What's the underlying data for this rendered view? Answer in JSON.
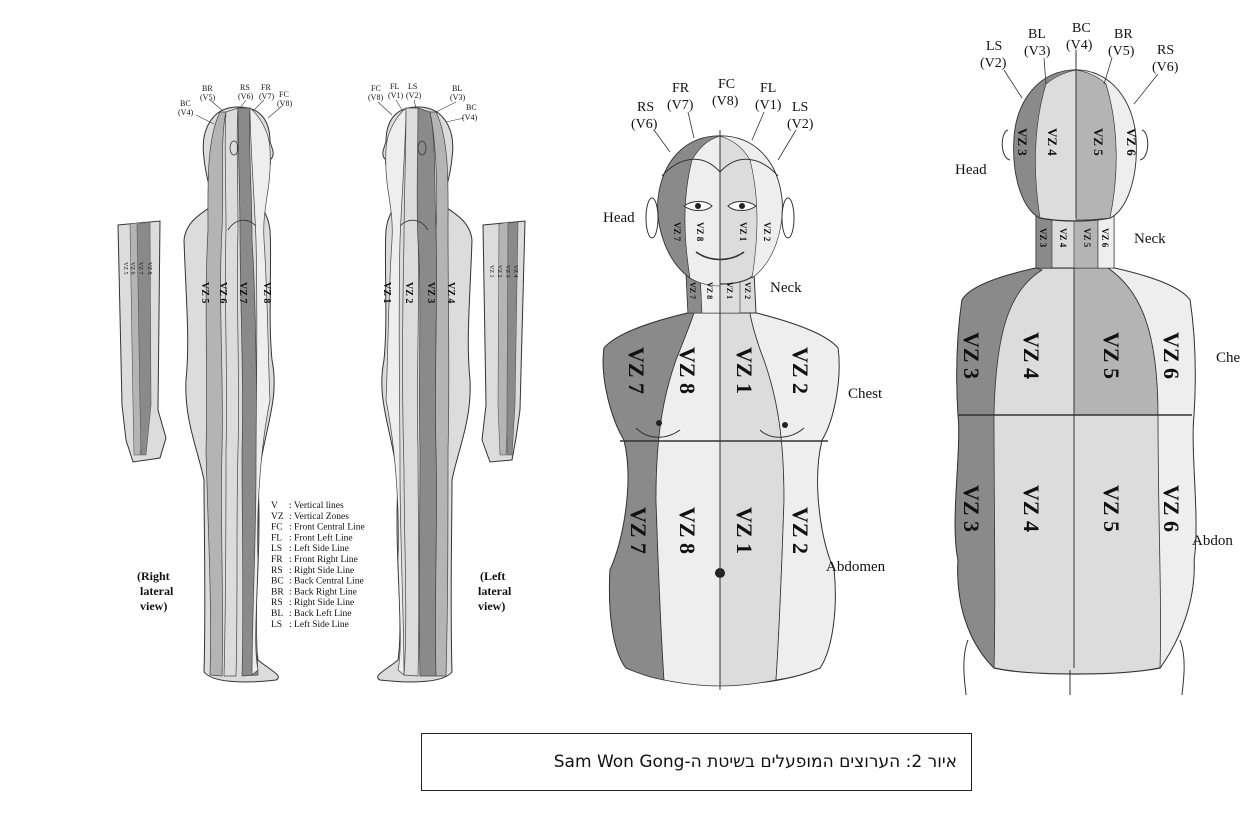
{
  "caption": {
    "text": "איור 2: הערוצים המופעלים  בשיטת ה-Sam Won Gong"
  },
  "colors": {
    "outline": "#333333",
    "dark": "#8a8a8a",
    "mid": "#b4b4b4",
    "light": "#dcdcdc",
    "lighter": "#eeeeee"
  },
  "right_lateral": {
    "lines": [
      {
        "name": "BC",
        "code": "(V4)"
      },
      {
        "name": "BR",
        "code": "(V5)"
      },
      {
        "name": "RS",
        "code": "(V6)"
      },
      {
        "name": "FR",
        "code": "(V7)"
      },
      {
        "name": "FC",
        "code": "(V8)"
      }
    ],
    "zones": [
      "VZ 5",
      "VZ 6",
      "VZ 7",
      "VZ 8"
    ],
    "arm_zones": [
      "VZ 5",
      "VZ 6",
      "VZ 7",
      "VZ 8"
    ],
    "view_label": [
      "(Right",
      "lateral",
      "view)"
    ]
  },
  "left_lateral": {
    "lines": [
      {
        "name": "FC",
        "code": "(V8)"
      },
      {
        "name": "FL",
        "code": "(V1)"
      },
      {
        "name": "LS",
        "code": "(V2)"
      },
      {
        "name": "BL",
        "code": "(V3)"
      },
      {
        "name": "BC",
        "code": "(V4)"
      }
    ],
    "zones": [
      "VZ 1",
      "VZ 2",
      "VZ 3",
      "VZ 4"
    ],
    "arm_zones": [
      "VZ 1",
      "VZ 2",
      "VZ 3",
      "VZ 4"
    ],
    "view_label": [
      "(Left",
      "lateral",
      "view)"
    ]
  },
  "legend": [
    {
      "abbr": "V",
      "desc": ": Vertical lines"
    },
    {
      "abbr": "VZ",
      "desc": ": Vertical Zones"
    },
    {
      "abbr": "FC",
      "desc": ": Front Central Line"
    },
    {
      "abbr": "FL",
      "desc": ": Front Left Line"
    },
    {
      "abbr": "LS",
      "desc": ": Left Side Line"
    },
    {
      "abbr": "FR",
      "desc": ": Front Right Line"
    },
    {
      "abbr": "RS",
      "desc": ": Right Side Line"
    },
    {
      "abbr": "BC",
      "desc": ": Back Central Line"
    },
    {
      "abbr": "BR",
      "desc": ": Back Right Line"
    },
    {
      "abbr": "RS",
      "desc": ": Right Side Line"
    },
    {
      "abbr": "BL",
      "desc": ": Back Left Line"
    },
    {
      "abbr": "LS",
      "desc": ": Left Side Line"
    }
  ],
  "front": {
    "lines": [
      {
        "name": "RS",
        "code": "(V6)"
      },
      {
        "name": "FR",
        "code": "(V7)"
      },
      {
        "name": "FC",
        "code": "(V8)"
      },
      {
        "name": "FL",
        "code": "(V1)"
      },
      {
        "name": "LS",
        "code": "(V2)"
      }
    ],
    "head_zones": [
      "VZ 7",
      "VZ 8",
      "VZ 1",
      "VZ 2"
    ],
    "neck_zones": [
      "VZ 7",
      "VZ 8",
      "VZ 1",
      "VZ 2"
    ],
    "chest_zones": [
      "VZ 7",
      "VZ 8",
      "VZ 1",
      "VZ 2"
    ],
    "abdomen_zones": [
      "VZ 7",
      "VZ 8",
      "VZ 1",
      "VZ 2"
    ],
    "regions": {
      "head": "Head",
      "neck": "Neck",
      "chest": "Chest",
      "abdomen": "Abdomen"
    }
  },
  "back": {
    "lines": [
      {
        "name": "LS",
        "code": "(V2)"
      },
      {
        "name": "BL",
        "code": "(V3)"
      },
      {
        "name": "BC",
        "code": "(V4)"
      },
      {
        "name": "BR",
        "code": "(V5)"
      },
      {
        "name": "RS",
        "code": "(V6)"
      }
    ],
    "head_zones": [
      "VZ 3",
      "VZ 4",
      "VZ 5",
      "VZ 6"
    ],
    "neck_zones": [
      "VZ 3",
      "VZ 4",
      "VZ 5",
      "VZ 6"
    ],
    "chest_zones": [
      "VZ 3",
      "VZ 4",
      "VZ 5",
      "VZ 6"
    ],
    "abdomen_zones": [
      "VZ 3",
      "VZ 4",
      "VZ 5",
      "VZ 6"
    ],
    "regions": {
      "head": "Head",
      "neck": "Neck",
      "chest": "Che",
      "abdomen": "Abdon"
    }
  }
}
